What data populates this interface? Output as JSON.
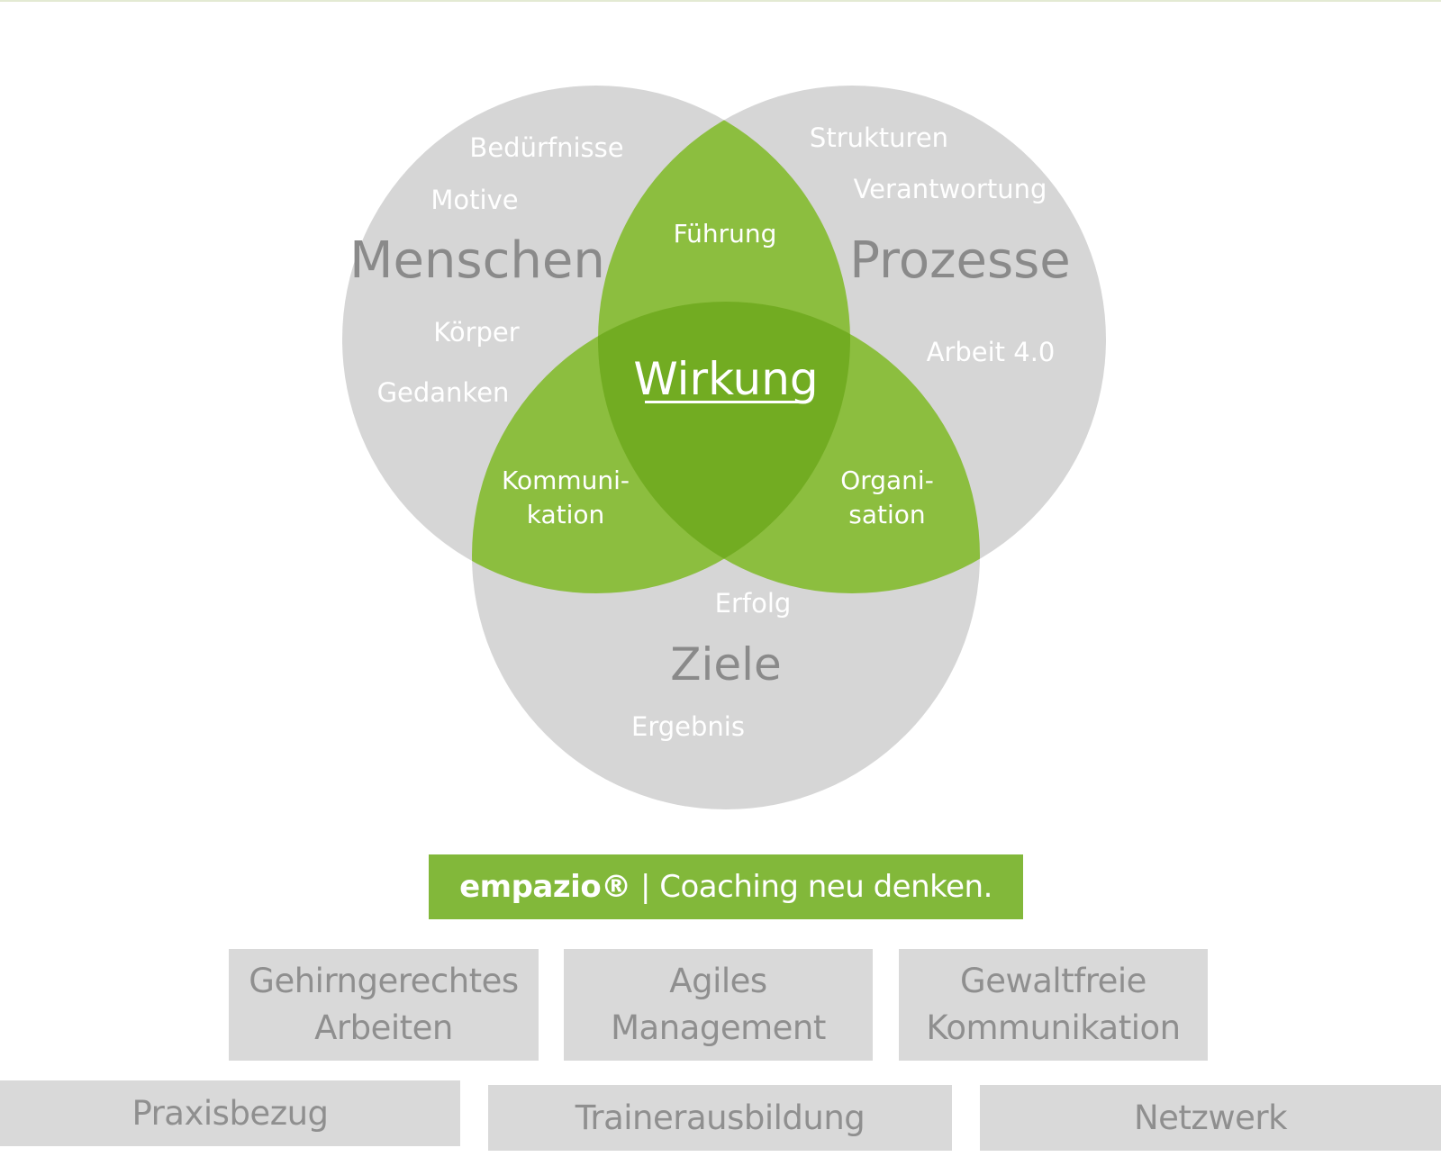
{
  "colors": {
    "circle_gray": "#d6d6d6",
    "overlap_green": "#8cbe3f",
    "center_green": "#72ac22",
    "label_gray": "#8a8a8a",
    "box_gray": "#d9d9d9",
    "box_text": "#8f8f8f",
    "claim_green": "#82b83a"
  },
  "venn": {
    "center_label": "Wirkung",
    "circles": [
      {
        "label": "Menschen",
        "items": [
          "Bedürfnisse",
          "Motive",
          "Körper",
          "Gedanken"
        ]
      },
      {
        "label": "Prozesse",
        "items": [
          "Strukturen",
          "Verantwortung",
          "Arbeit 4.0"
        ]
      },
      {
        "label": "Ziele",
        "items": [
          "Erfolg",
          "Ergebnis"
        ]
      }
    ],
    "overlaps": {
      "top": "Führung",
      "left": [
        "Kommuni-",
        "kation"
      ],
      "right": [
        "Organi-",
        "sation"
      ]
    }
  },
  "claim": {
    "brand": "empazio®",
    "text": " | Coaching neu denken."
  },
  "boxes_row1": [
    [
      "Gehirngerechtes",
      "Arbeiten"
    ],
    [
      "Agiles",
      "Management"
    ],
    [
      "Gewaltfreie",
      "Kommunikation"
    ]
  ],
  "boxes_row2": [
    "Praxisbezug",
    "Trainerausbildung",
    "Netzwerk"
  ]
}
